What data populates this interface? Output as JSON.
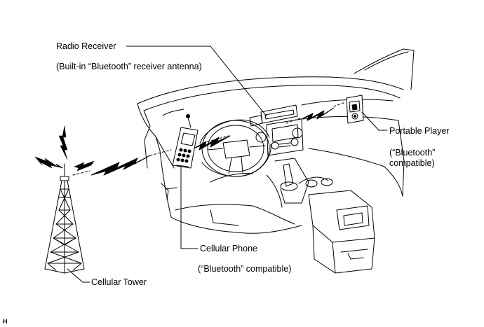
{
  "labels": {
    "radio_receiver": "Radio Receiver",
    "radio_receiver_note": "(Built-in “Bluetooth” receiver antenna)",
    "portable_player": "Portable Player",
    "portable_player_note_1": "(“Bluetooth”",
    "portable_player_note_2": "compatible)",
    "cellular_phone": "Cellular Phone",
    "cellular_phone_note": "(“Bluetooth” compatible)",
    "cellular_tower": "Cellular Tower"
  },
  "figure_code": "H",
  "icons": [
    "cellular-tower-icon",
    "cellular-phone-icon",
    "portable-player-icon",
    "radio-receiver-icon",
    "wireless-signal-icon"
  ]
}
